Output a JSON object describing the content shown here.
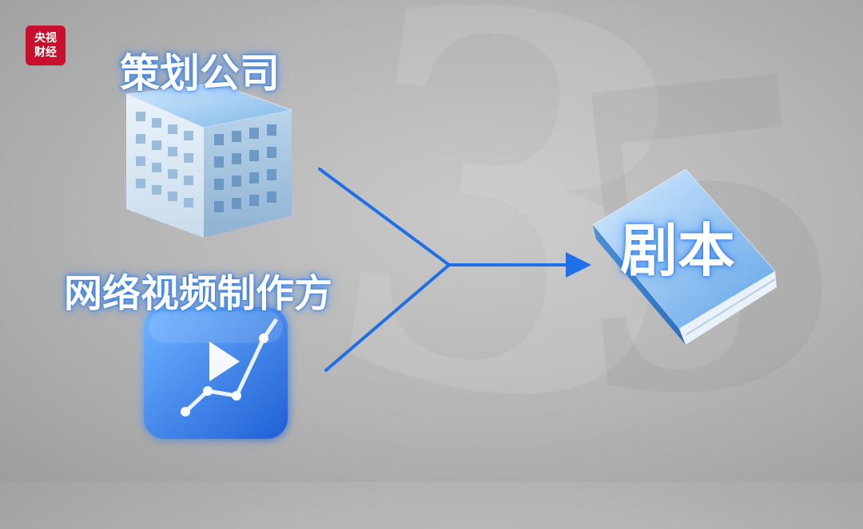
{
  "logo": {
    "line1": "央视",
    "line2": "财经"
  },
  "nodes": {
    "company": {
      "label": "策划公司",
      "icon": "office-building-icon"
    },
    "producer": {
      "label": "网络视频制作方",
      "icon": "video-chart-icon"
    },
    "script": {
      "label": "剧本",
      "icon": "book-icon"
    }
  },
  "colors": {
    "arrow": "#1e6fe8",
    "glow": "#3a8cff",
    "logo_bg": "#c8102e"
  }
}
